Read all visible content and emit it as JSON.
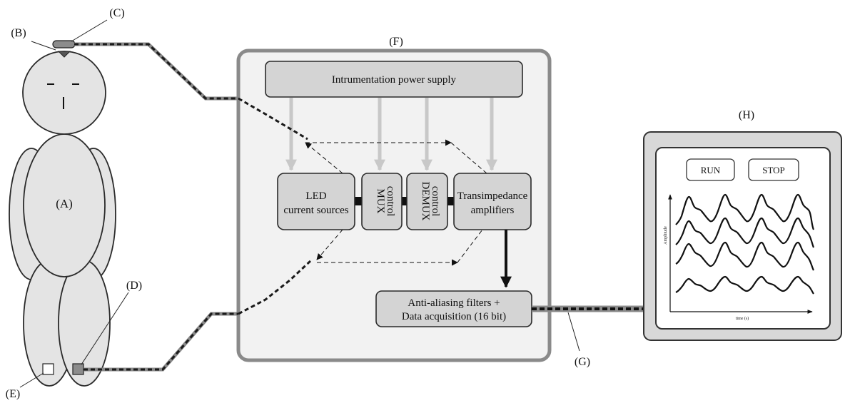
{
  "labels": {
    "a": "(A)",
    "b": "(B)",
    "c": "(C)",
    "d": "(D)",
    "e": "(E)",
    "f": "(F)",
    "g": "(G)",
    "h": "(H)"
  },
  "instrument": {
    "power_supply": "Intrumentation power supply",
    "led_line1": "LED",
    "led_line2": "current sources",
    "mux_line1": "MUX",
    "mux_line2": "control",
    "demux_line1": "DEMUX",
    "demux_line2": "control",
    "tia_line1": "Transimpedance",
    "tia_line2": "amplifiers",
    "daq_line1": "Anti-aliasing filters +",
    "daq_line2": "Data acquisition (16 bit)"
  },
  "monitor": {
    "run_label": "RUN",
    "stop_label": "STOP",
    "ylabel": "Amplitude",
    "xlabel": "time (s)"
  },
  "colors": {
    "panel_fill": "#f2f2f2",
    "panel_border": "#8a8a8a",
    "box_fill": "#d4d4d4",
    "body_fill": "#e4e4e4",
    "power_arrow": "#c8c8c8",
    "cable": "#222222"
  }
}
